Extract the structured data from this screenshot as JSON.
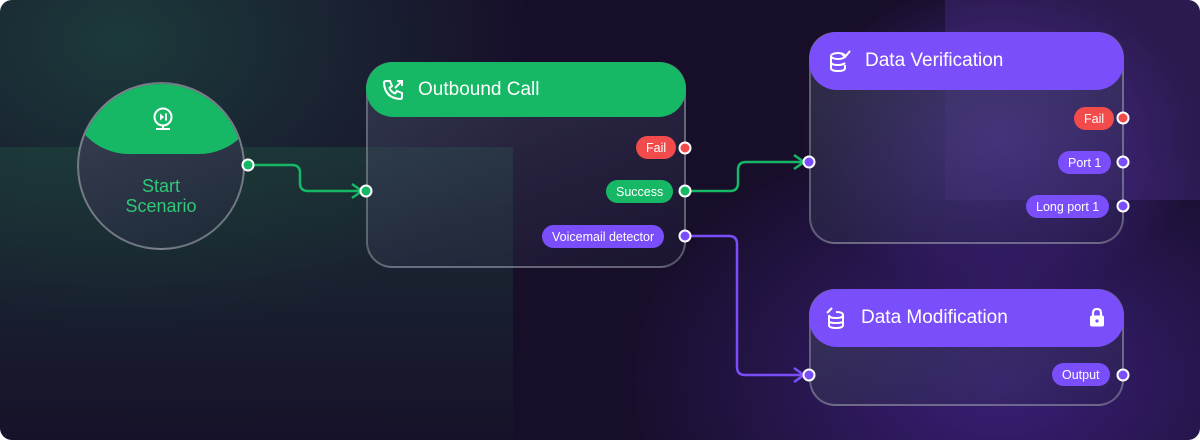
{
  "start": {
    "label_line1": "Start",
    "label_line2": "Scenario",
    "icon": "play-monitor-icon"
  },
  "nodes": {
    "outbound_call": {
      "title": "Outbound Call",
      "icon": "phone-outgoing-icon",
      "ports": [
        "Fail",
        "Success",
        "Voicemail detector"
      ]
    },
    "data_verification": {
      "title": "Data Verification",
      "icon": "database-check-icon",
      "ports": [
        "Fail",
        "Port 1",
        "Long port 1"
      ]
    },
    "data_modification": {
      "title": "Data Modification",
      "icon": "database-edit-icon",
      "locked_icon": "lock-icon",
      "ports": [
        "Output"
      ]
    }
  },
  "colors": {
    "green": "#16b866",
    "purple": "#7b4efc",
    "red": "#f24b4b",
    "background": "#170e2a"
  }
}
